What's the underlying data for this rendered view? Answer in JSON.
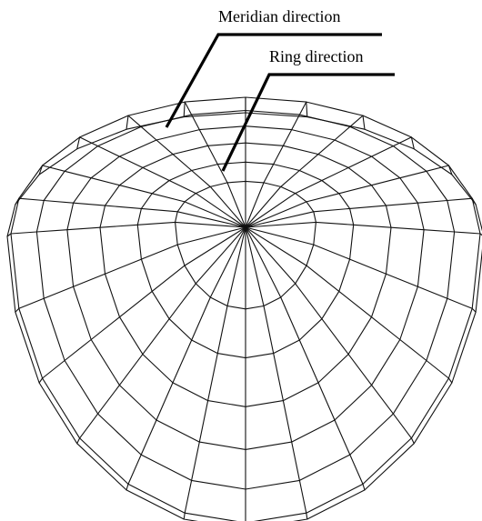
{
  "labels": {
    "meridian": "Meridian direction",
    "ring": "Ring direction"
  },
  "mesh": {
    "meridian_divisions": 24,
    "ring_divisions": 6
  },
  "colors": {
    "line": "#111111",
    "background": "#ffffff"
  }
}
